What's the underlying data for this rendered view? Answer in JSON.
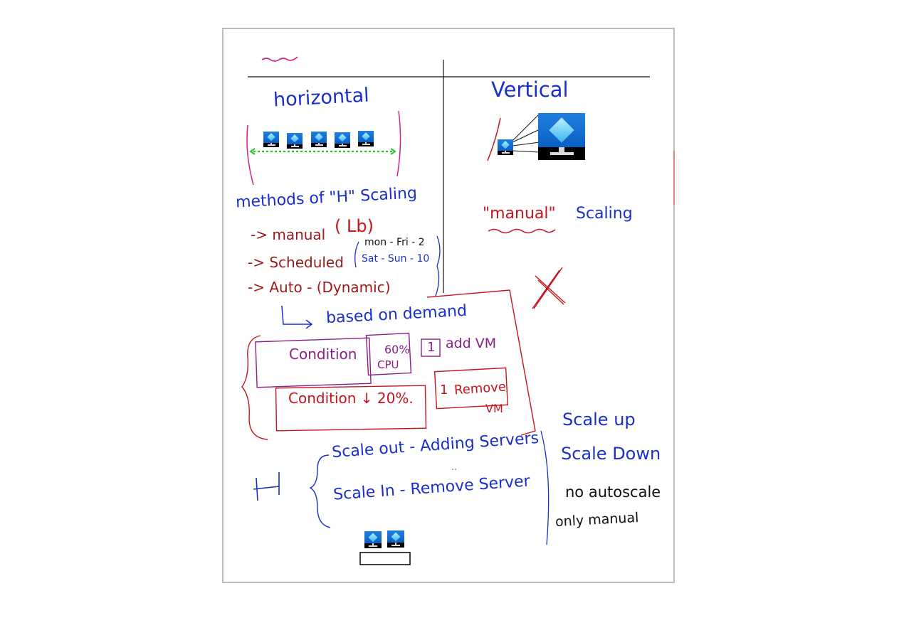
{
  "notes": {
    "horizontal_title": "horizontal",
    "vertical_title": "Vertical",
    "methods_title": "methods of \"H\" Scaling",
    "method_manual": "-> manual",
    "method_manual_paren": "( Lb)",
    "method_scheduled": "-> Scheduled",
    "schedule_weekday": "mon - Fri - 2",
    "schedule_weekend": "Sat - Sun - 10",
    "method_auto": "-> Auto - (Dynamic)",
    "based_on_demand": "based on demand",
    "condition_up": "Condition",
    "cpu_threshold": "60%",
    "cpu_label": "CPU",
    "add_count": "1",
    "add_vm": "add VM",
    "condition_down": "Condition ↓ 20%.",
    "remove_count": "1",
    "remove_vm": "Remove",
    "remove_vm_unit": "VM",
    "manual_scaling_word": "\"manual\"",
    "manual_scaling_suffix": "Scaling",
    "h_label": "H",
    "scale_out": "Scale out - Adding Servers",
    "scale_in": "Scale In - Remove Server",
    "scale_up": "Scale up",
    "scale_down": "Scale Down",
    "no_autoscale": "no autoscale",
    "only_manual": "only manual"
  },
  "icons": {
    "vm_icon": "virtual-machine-icon"
  },
  "colors": {
    "blue_ink": "#1b2fc9",
    "red_ink": "#c4141c",
    "dark_red_ink": "#9a1a1a",
    "purple_ink": "#8a1f86",
    "black_ink": "#111111",
    "green_arrow": "#2ec12e"
  }
}
